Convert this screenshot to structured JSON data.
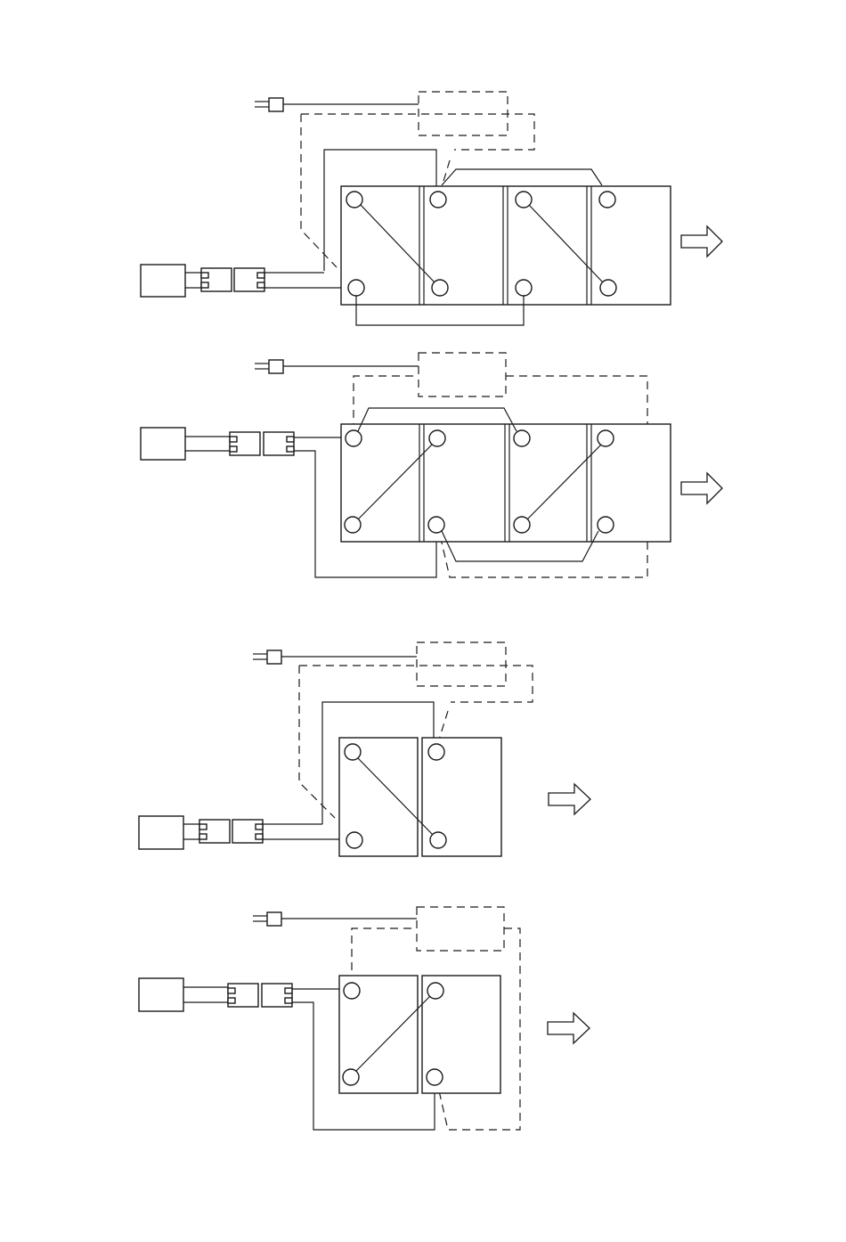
{
  "document": {
    "kind": "battery wiring diagram sheet",
    "line_color": "#1a1a1a",
    "background": "#ffffff"
  },
  "diagrams": [
    {
      "id": "four-battery-connection-a",
      "battery_count": 4,
      "icons": [
        "battery-icon",
        "connector-plug-icon",
        "charger-box-icon",
        "direction-arrow-icon"
      ]
    },
    {
      "id": "four-battery-connection-b",
      "battery_count": 4,
      "icons": [
        "battery-icon",
        "connector-plug-icon",
        "charger-box-icon",
        "direction-arrow-icon"
      ]
    },
    {
      "id": "two-battery-connection-a",
      "battery_count": 2,
      "icons": [
        "battery-icon",
        "connector-plug-icon",
        "charger-box-icon",
        "direction-arrow-icon"
      ]
    },
    {
      "id": "two-battery-connection-b",
      "battery_count": 2,
      "icons": [
        "battery-icon",
        "connector-plug-icon",
        "charger-box-icon",
        "direction-arrow-icon"
      ]
    }
  ]
}
